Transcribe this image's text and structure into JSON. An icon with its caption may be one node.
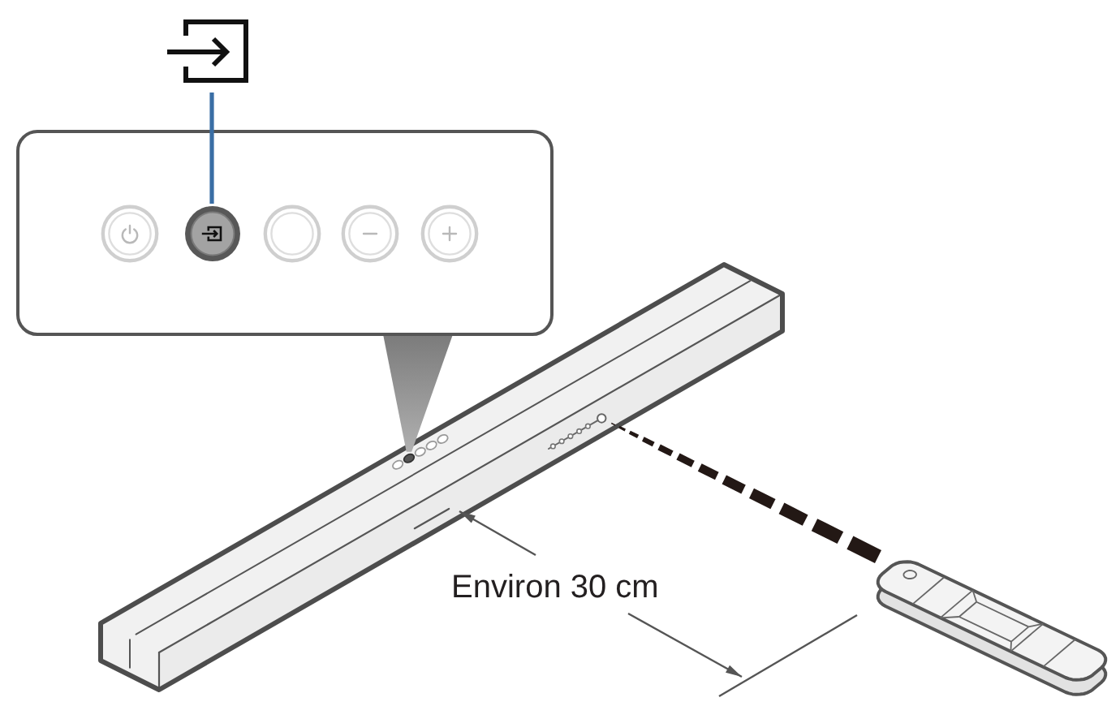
{
  "diagram": {
    "nodes": [
      {
        "text": [],
        "shape": "picture"
      },
      {
        "text": [],
        "shape": "box"
      },
      {
        "text": [],
        "shape": "circle",
        "in": 1
      }
    ],
    "edges": [
      {
        "from": 0,
        "to": 2,
        "arrow": "none",
        "color": "#3a6ea5"
      }
    ],
    "labels": [
      "Environ 30 cm"
    ]
  }
}
